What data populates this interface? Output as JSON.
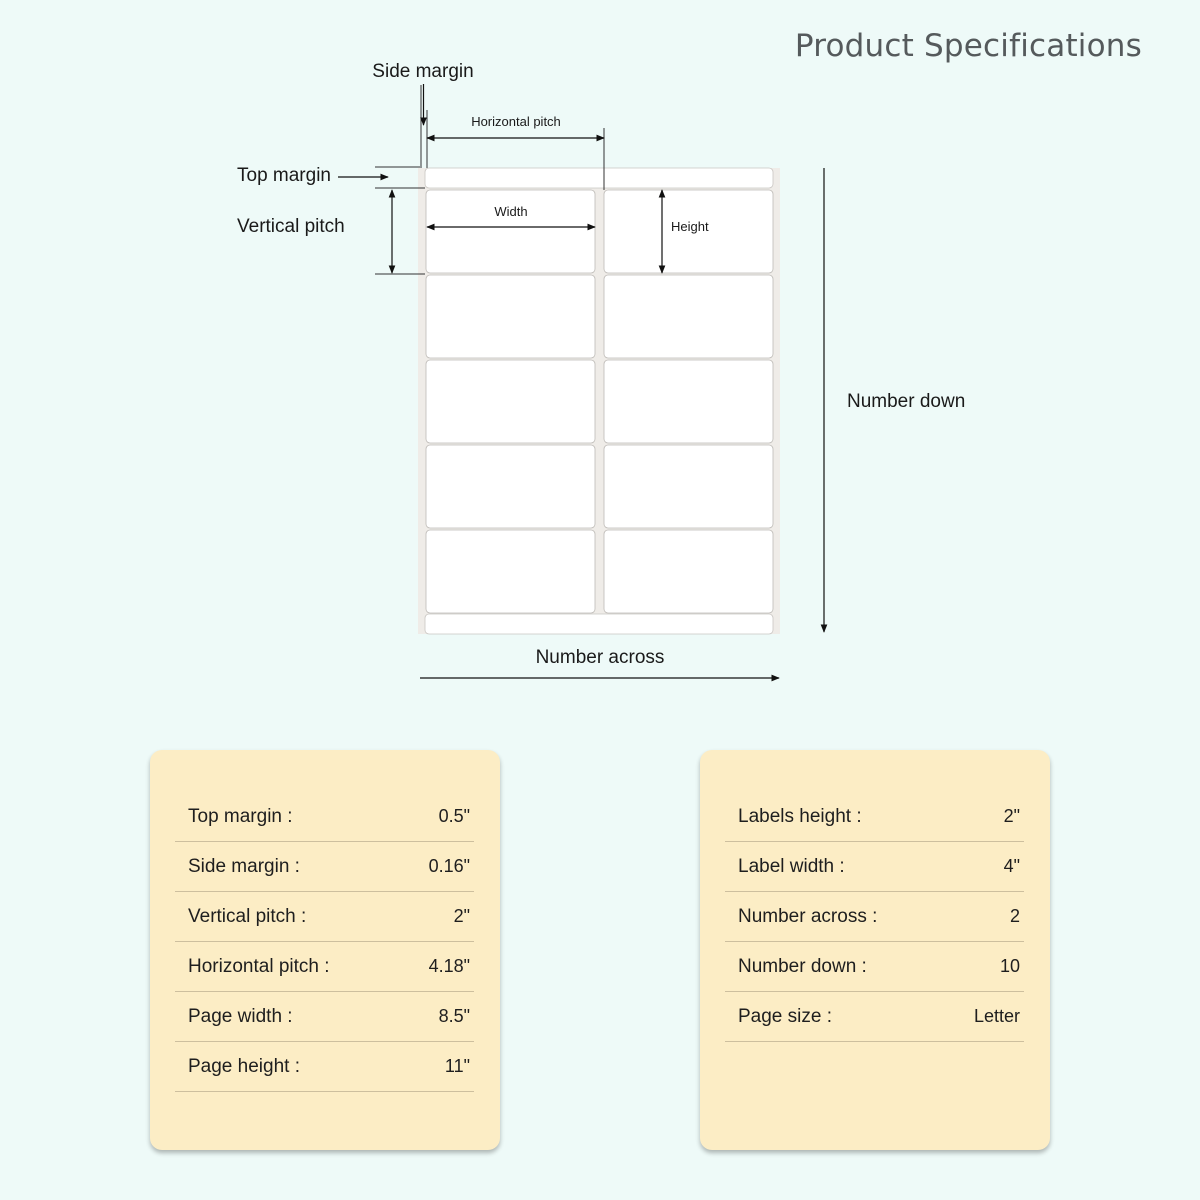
{
  "page": {
    "title": "Product Specifications"
  },
  "diagram": {
    "labels": {
      "side_margin": "Side margin",
      "horizontal_pitch": "Horizontal pitch",
      "top_margin": "Top margin",
      "vertical_pitch": "Vertical pitch",
      "width": "Width",
      "height": "Height",
      "number_down": "Number down",
      "number_across": "Number across"
    },
    "sheet": {
      "columns": 2,
      "rows_shown": 5
    },
    "colors": {
      "background": "#eefaf8",
      "sheet": "#efece8",
      "label": "#ffffff",
      "card": "#fcedc5"
    }
  },
  "specs_left": [
    {
      "label": "Top margin :",
      "value": "0.5\""
    },
    {
      "label": "Side margin :",
      "value": "0.16\""
    },
    {
      "label": "Vertical pitch :",
      "value": "2\""
    },
    {
      "label": "Horizontal pitch :",
      "value": "4.18\""
    },
    {
      "label": "Page width :",
      "value": "8.5\""
    },
    {
      "label": "Page height :",
      "value": "11\""
    }
  ],
  "specs_right": [
    {
      "label": "Labels height :",
      "value": "2\""
    },
    {
      "label": "Label width :",
      "value": "4\""
    },
    {
      "label": "Number across :",
      "value": "2"
    },
    {
      "label": "Number down :",
      "value": "10"
    },
    {
      "label": "Page size :",
      "value": "Letter"
    }
  ]
}
